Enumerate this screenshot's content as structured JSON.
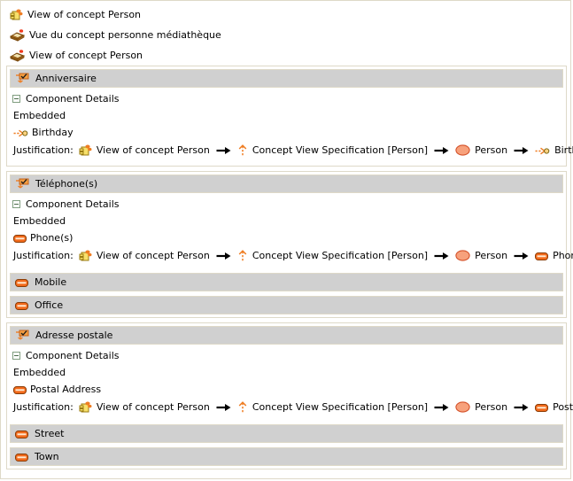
{
  "theme": {
    "frame_border": "#ded9c8",
    "band_bg": "#d0d0d0",
    "accent_orange": "#ef7d22",
    "accent_salmon": "#f4a07a",
    "text": "#000000"
  },
  "top_rows": [
    {
      "icon": "view-of-concept-icon",
      "label": "View of concept Person"
    },
    {
      "icon": "book-stack-icon",
      "label": "Vue du concept personne médiathèque"
    },
    {
      "icon": "book-stack-icon",
      "label": "View of concept Person"
    }
  ],
  "labels": {
    "component_details": "Component Details",
    "embedded": "Embedded",
    "justification": "Justification:"
  },
  "blocks": [
    {
      "header": {
        "icon": "attribute-check-icon",
        "label": "Anniversaire"
      },
      "tree_label": "Component Details",
      "embedded_label": "Embedded",
      "member": {
        "icon": "derived-attribute-icon",
        "label": "Birthday"
      },
      "justification_label": "Justification:",
      "chain": [
        {
          "icon": "view-of-concept-icon",
          "label": "View of concept Person"
        },
        {
          "icon": "specification-up-icon",
          "label": "Concept View Specification [Person]"
        },
        {
          "icon": "class-ellipse-icon",
          "label": "Person"
        },
        {
          "icon": "derived-attribute-icon",
          "label": "Birthday"
        }
      ],
      "sub_bands": []
    },
    {
      "header": {
        "icon": "attribute-check-icon",
        "label": "Téléphone(s)"
      },
      "tree_label": "Component Details",
      "embedded_label": "Embedded",
      "member": {
        "icon": "property-bar-icon",
        "label": "Phone(s)"
      },
      "justification_label": "Justification:",
      "chain": [
        {
          "icon": "view-of-concept-icon",
          "label": "View of concept Person"
        },
        {
          "icon": "specification-up-icon",
          "label": "Concept View Specification [Person]"
        },
        {
          "icon": "class-ellipse-icon",
          "label": "Person"
        },
        {
          "icon": "property-bar-icon",
          "label": "Phone(s)"
        }
      ],
      "sub_bands": [
        {
          "icon": "property-bar-icon",
          "label": "Mobile"
        },
        {
          "icon": "property-bar-icon",
          "label": "Office"
        }
      ]
    },
    {
      "header": {
        "icon": "attribute-check-icon",
        "label": "Adresse postale"
      },
      "tree_label": "Component Details",
      "embedded_label": "Embedded",
      "member": {
        "icon": "property-bar-icon",
        "label": "Postal Address"
      },
      "justification_label": "Justification:",
      "chain": [
        {
          "icon": "view-of-concept-icon",
          "label": "View of concept Person"
        },
        {
          "icon": "specification-up-icon",
          "label": "Concept View Specification [Person]"
        },
        {
          "icon": "class-ellipse-icon",
          "label": "Person"
        },
        {
          "icon": "property-bar-icon",
          "label": "Postal Address"
        }
      ],
      "sub_bands": [
        {
          "icon": "property-bar-icon",
          "label": "Street"
        },
        {
          "icon": "property-bar-icon",
          "label": "Town"
        }
      ]
    }
  ]
}
